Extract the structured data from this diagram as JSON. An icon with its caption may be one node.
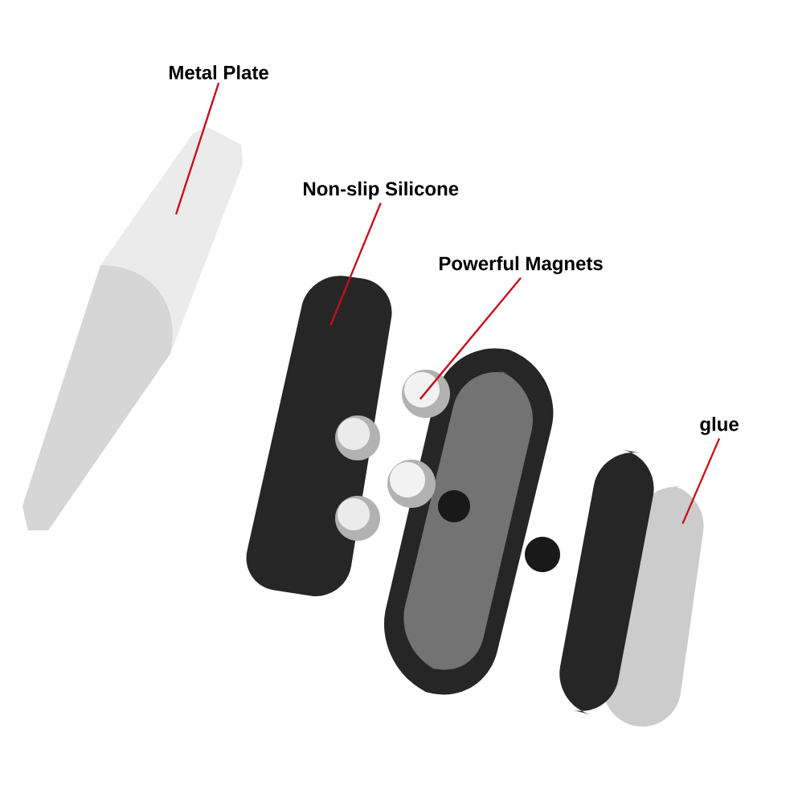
{
  "diagram": {
    "nodes": [
      {
        "text": [
          "Metal Plate"
        ]
      },
      {
        "text": [],
        "shape": "picture"
      },
      {
        "text": [
          "Non-slip Silicone"
        ]
      },
      {
        "text": [],
        "shape": "picture"
      },
      {
        "text": [
          "Powerful Magnets"
        ]
      },
      {
        "text": [],
        "shape": "picture"
      },
      {
        "text": [
          "glue"
        ]
      },
      {
        "text": [],
        "shape": "picture"
      }
    ],
    "edges": [
      {
        "from": 0,
        "to": 1,
        "arrow": "none"
      },
      {
        "from": 2,
        "to": 3,
        "arrow": "none"
      },
      {
        "from": 4,
        "to": 5,
        "arrow": "none"
      },
      {
        "from": 6,
        "to": 7,
        "arrow": "none"
      }
    ]
  }
}
